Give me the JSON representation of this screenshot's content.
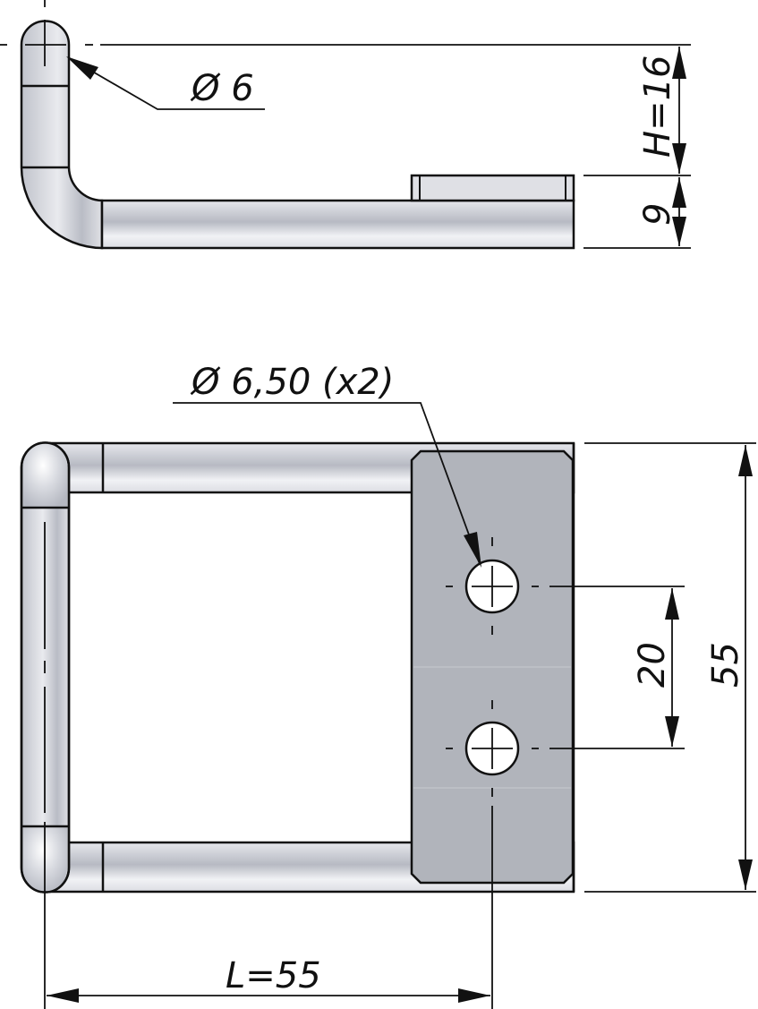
{
  "drawing": {
    "side_view": {
      "rod_diameter_label": "Ø 6",
      "height_label": "H=16",
      "plate_thickness_label": "9"
    },
    "top_view": {
      "hole_label": "Ø 6,50 (x2)",
      "hole_spacing_label": "20",
      "overall_width_label": "55",
      "length_label": "L=55"
    },
    "colors": {
      "line": "#111111",
      "rod_light": "#e8e9ee",
      "rod_dark": "#b4b7c0",
      "plate": "#b1b4bb"
    }
  }
}
